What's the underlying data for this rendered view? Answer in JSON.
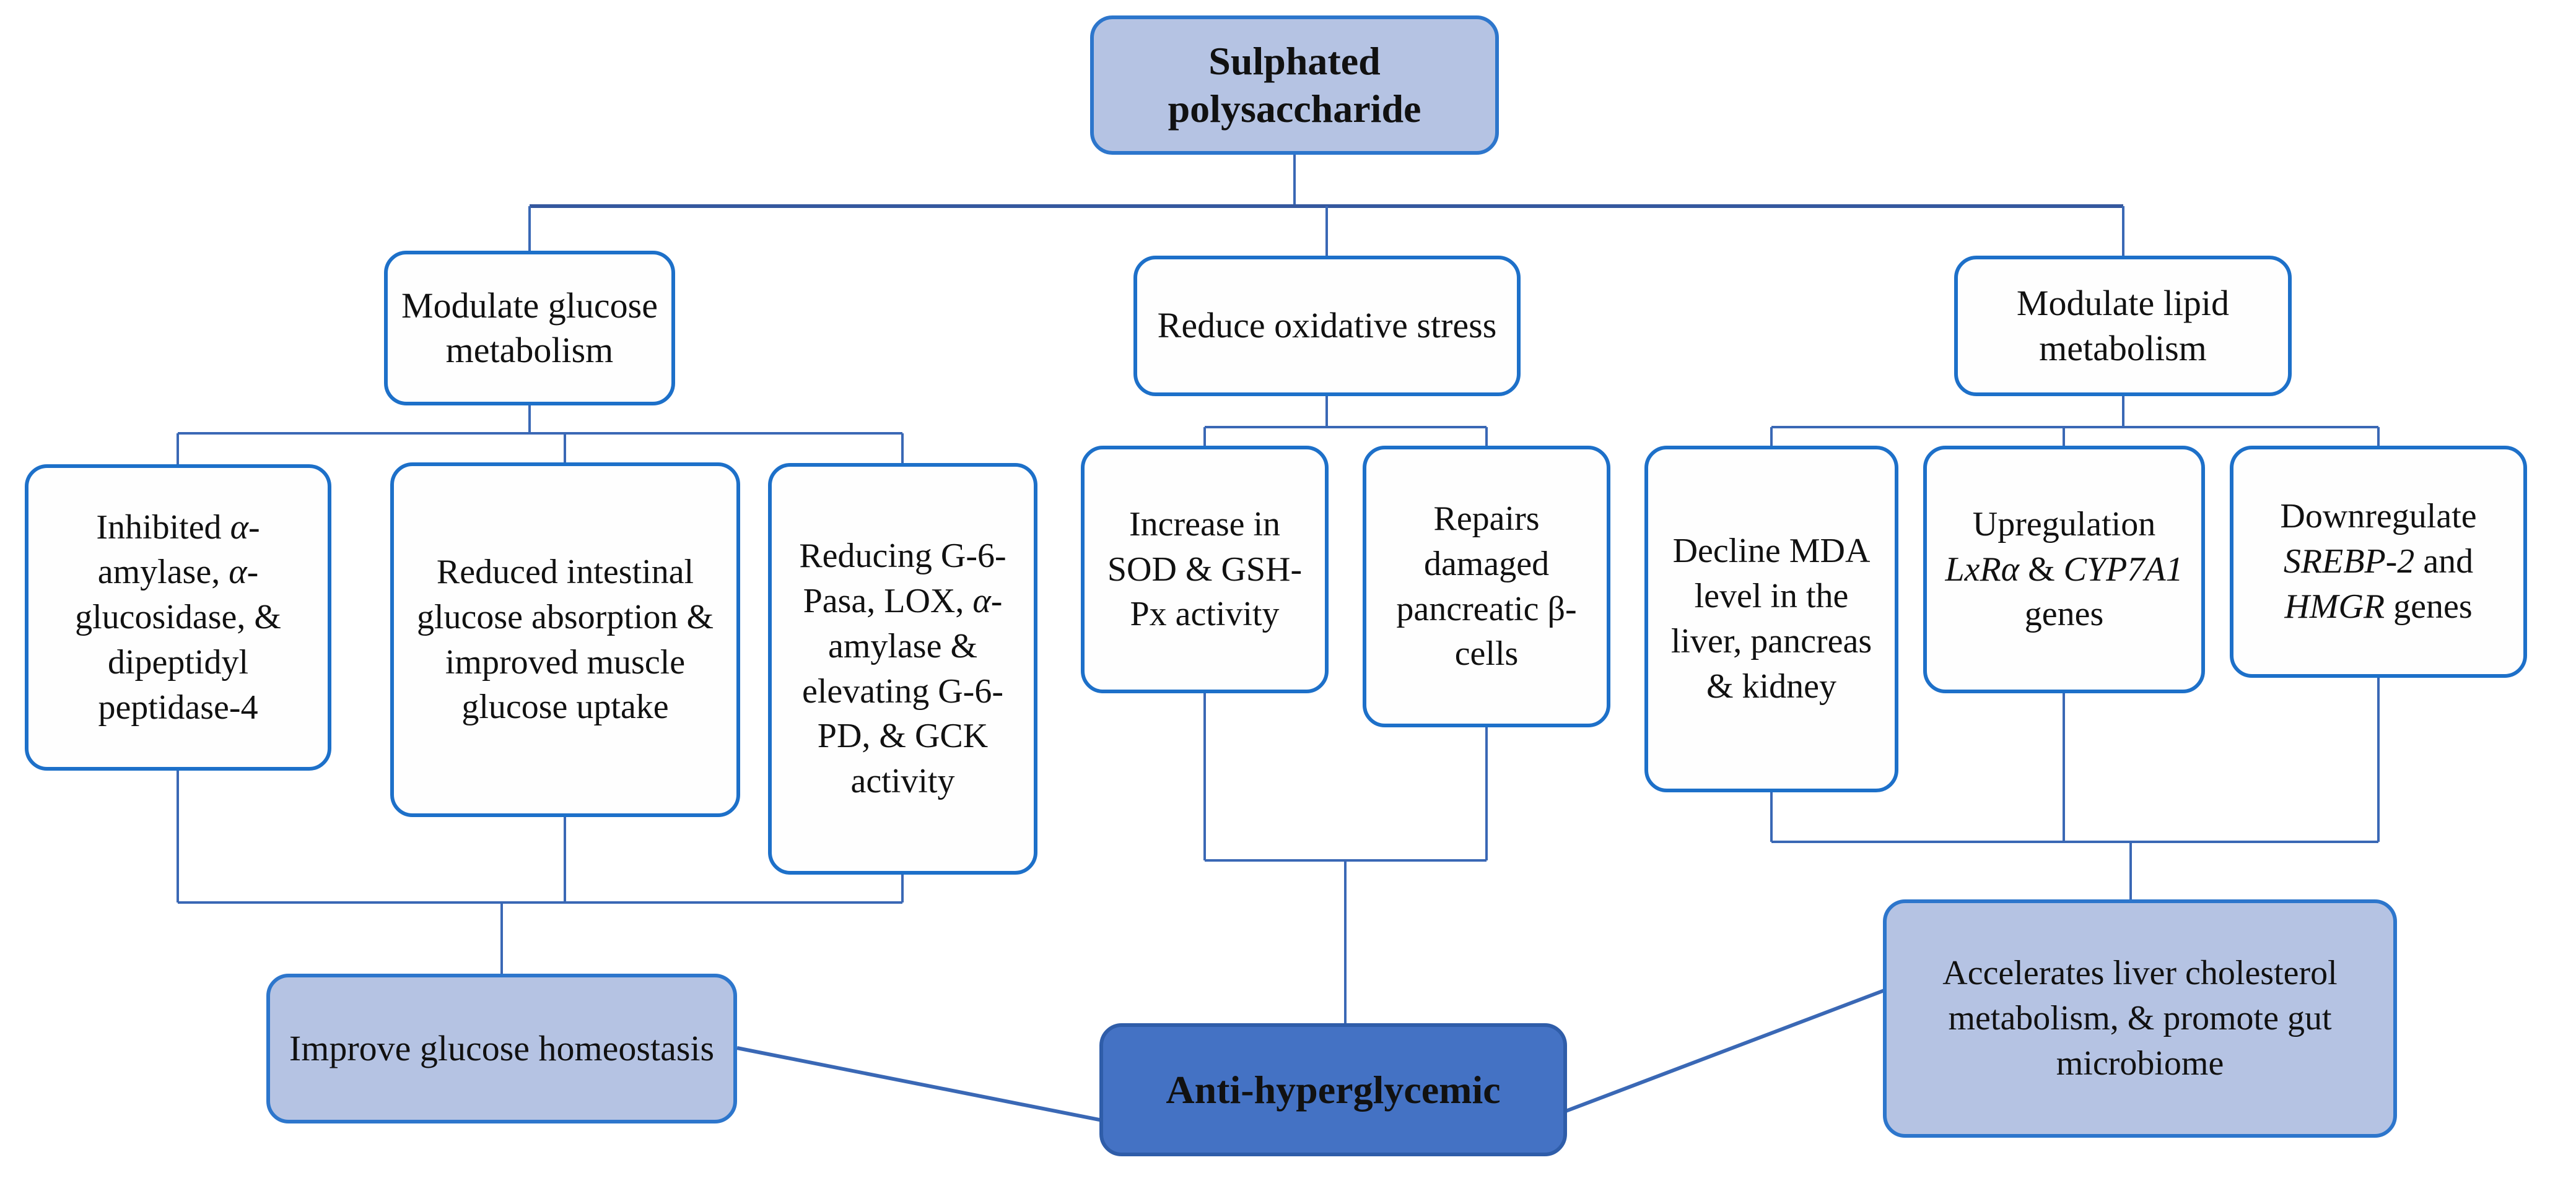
{
  "colors": {
    "box_fill_light": "#b5c3e3",
    "box_fill_white": "#fefefe",
    "box_fill_dark": "#4472c4",
    "box_border_bright": "#1d70c9",
    "box_border_dark": "#2f5da9",
    "connector_line": "#3a68b5",
    "connector_bus": "#35589e",
    "text_color": "#111111"
  },
  "nodes": {
    "root": {
      "label": "Sulphated polysaccharide"
    },
    "b1": {
      "label": "Modulate glucose metabolism"
    },
    "b2": {
      "label": "Reduce oxidative stress"
    },
    "b3": {
      "label": "Modulate lipid metabolism"
    },
    "l1": {
      "segments": [
        {
          "t": "Inhibited "
        },
        {
          "t": "α",
          "i": true
        },
        {
          "t": "-amylase, "
        },
        {
          "t": "α",
          "i": true
        },
        {
          "t": "-glucosidase, & dipeptidyl peptidase-4"
        }
      ]
    },
    "l2": {
      "label": "Reduced intestinal glucose absorption & improved muscle glucose uptake"
    },
    "l3": {
      "segments": [
        {
          "t": "Reducing G-6-Pasa, LOX, "
        },
        {
          "t": "α",
          "i": true
        },
        {
          "t": "-amylase & elevating G-6-PD, & GCK activity"
        }
      ]
    },
    "m1": {
      "label": "Increase in SOD & GSH-Px activity"
    },
    "m2": {
      "label": "Repairs damaged pancreatic β-cells"
    },
    "r1": {
      "label": "Decline MDA level in the liver, pancreas & kidney"
    },
    "r2": {
      "segments": [
        {
          "t": "Upregulation "
        },
        {
          "t": "LxRα",
          "i": true
        },
        {
          "t": " & "
        },
        {
          "t": "CYP7A1",
          "i": true
        },
        {
          "t": " genes"
        }
      ]
    },
    "r3": {
      "segments": [
        {
          "t": "Downregulate "
        },
        {
          "t": "SREBP-2",
          "i": true
        },
        {
          "t": " and "
        },
        {
          "t": "HMGR",
          "i": true
        },
        {
          "t": " genes"
        }
      ]
    },
    "improve": {
      "label": "Improve glucose homeostasis"
    },
    "anti": {
      "label": "Anti-hyperglycemic"
    },
    "accel": {
      "label": "Accelerates liver cholesterol metabolism, & promote gut microbiome"
    }
  }
}
